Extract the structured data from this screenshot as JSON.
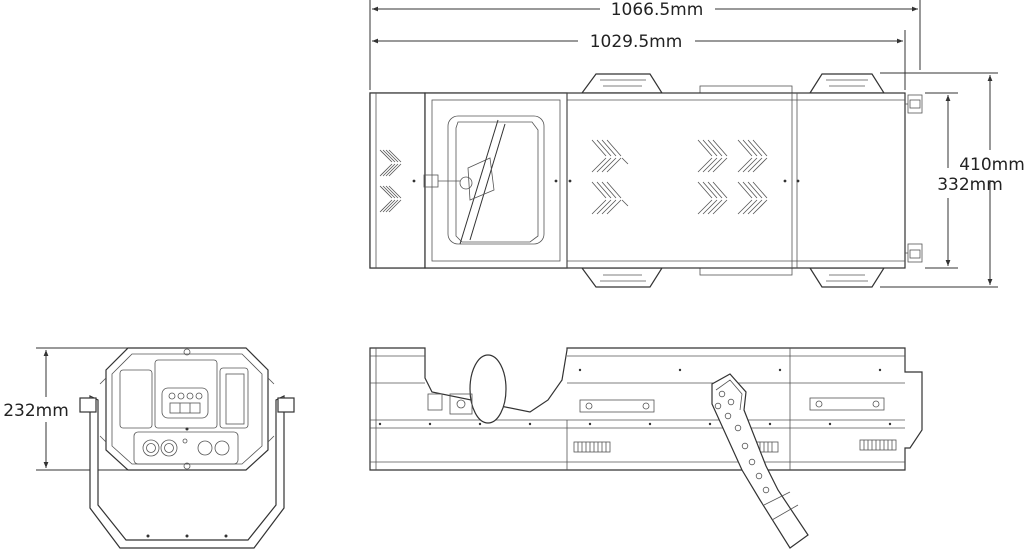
{
  "dimensions": {
    "overall_length": "1066.5mm",
    "body_length": "1029.5mm",
    "total_width": "410mm",
    "body_width": "332mm",
    "height": "232mm"
  },
  "views": [
    "top-view",
    "side-view",
    "front-view"
  ]
}
